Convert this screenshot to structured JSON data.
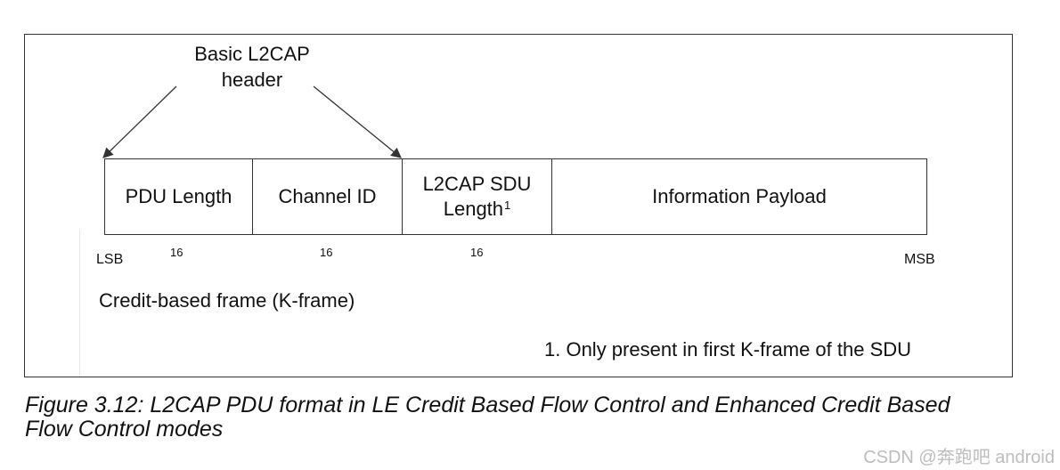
{
  "diagram": {
    "header_label_line1": "Basic L2CAP",
    "header_label_line2": "header",
    "fields": [
      {
        "label_line1": "PDU Length",
        "label_line2": "",
        "superscript": "",
        "bits": "16"
      },
      {
        "label_line1": "Channel ID",
        "label_line2": "",
        "superscript": "",
        "bits": "16"
      },
      {
        "label_line1": "L2CAP SDU",
        "label_line2": "Length",
        "superscript": "1",
        "bits": "16"
      },
      {
        "label_line1": "Information Payload",
        "label_line2": "",
        "superscript": "",
        "bits": ""
      }
    ],
    "lsb_label": "LSB",
    "msb_label": "MSB",
    "frame_label": "Credit-based frame (K-frame)",
    "footnote": "1. Only present in first K-frame of the SDU"
  },
  "caption": {
    "line1": "Figure 3.12:  L2CAP PDU format in LE Credit Based Flow Control and Enhanced Credit Based",
    "line2": "Flow Control modes"
  },
  "watermark": "CSDN @奔跑吧 android"
}
